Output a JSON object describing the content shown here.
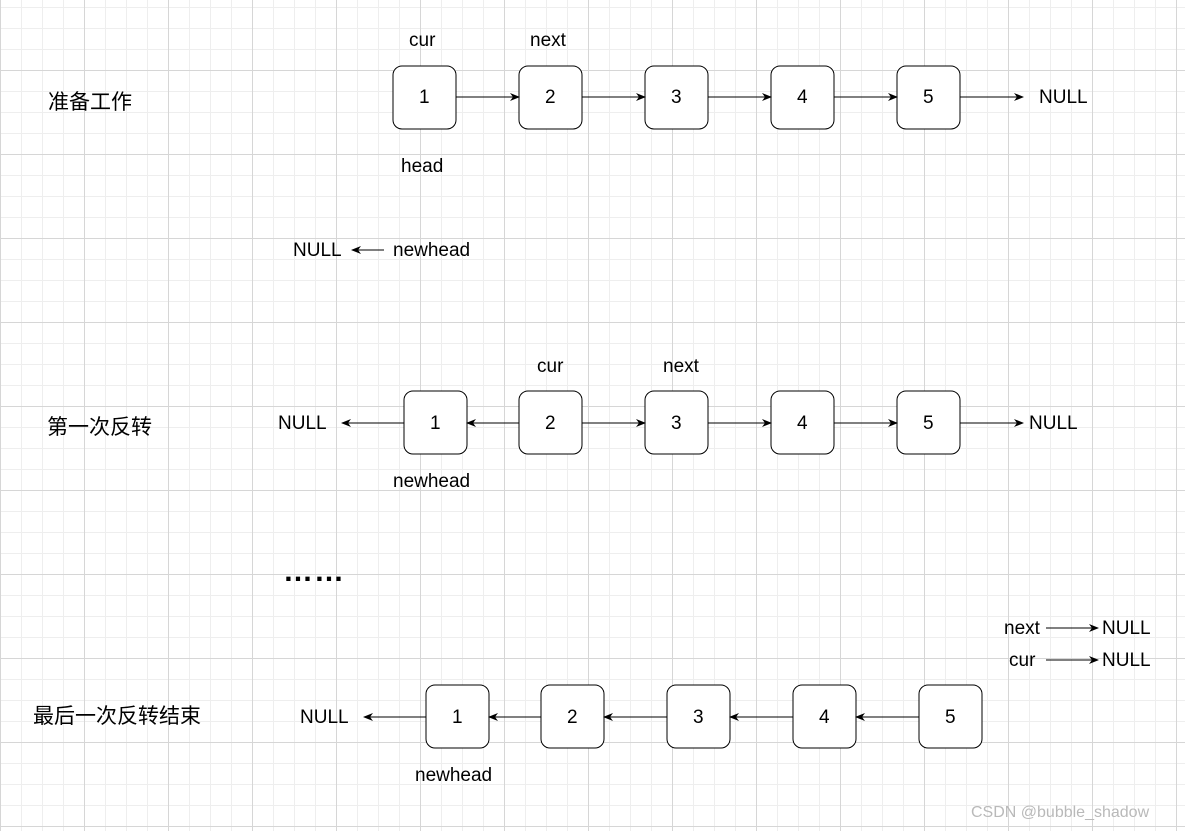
{
  "sections": {
    "prep": {
      "title": "准备工作",
      "nodes": [
        "1",
        "2",
        "3",
        "4",
        "5"
      ],
      "cur_label": "cur",
      "next_label": "next",
      "head_label": "head",
      "tail_null": "NULL",
      "newhead_label": "newhead",
      "newhead_null": "NULL"
    },
    "first": {
      "title": "第一次反转",
      "nodes": [
        "1",
        "2",
        "3",
        "4",
        "5"
      ],
      "cur_label": "cur",
      "next_label": "next",
      "newhead_label": "newhead",
      "left_null": "NULL",
      "right_null": "NULL"
    },
    "ellipsis": "……",
    "last": {
      "title": "最后一次反转结束",
      "nodes": [
        "1",
        "2",
        "3",
        "4",
        "5"
      ],
      "left_null": "NULL",
      "newhead_label": "newhead",
      "next_label": "next",
      "next_null": "NULL",
      "cur_label": "cur",
      "cur_null": "NULL"
    }
  },
  "watermark": "CSDN @bubble_shadow"
}
